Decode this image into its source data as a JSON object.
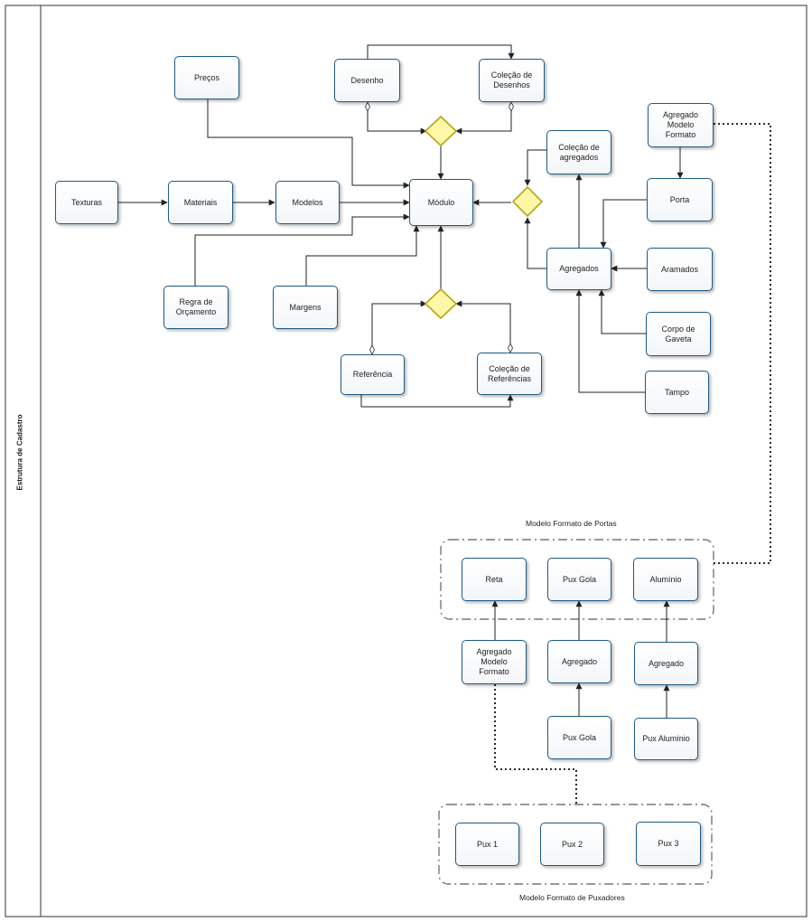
{
  "lane": {
    "title": "Estrutura de Cadastro"
  },
  "groups": {
    "portas": "Modelo Formato de Portas",
    "puxadores": "Modelo Formato de Puxadores"
  },
  "nodes": {
    "precos": "Preços",
    "desenho": "Desenho",
    "colecao_desenhos": "Coleção de\nDesenhos",
    "colecao_agregados": "Coleção de\nagregados",
    "agregado_modelo_formato_top": "Agregado\nModelo\nFormato",
    "texturas": "Texturas",
    "materiais": "Materiais",
    "modelos": "Modelos",
    "modulo": "Módulo",
    "porta": "Porta",
    "agregados": "Agregados",
    "aramados": "Aramados",
    "regra_orcamento": "Regra de\nOrçamento",
    "margens": "Margens",
    "corpo_gaveta": "Corpo de\nGaveta",
    "referencia": "Referência",
    "colecao_referencias": "Coleção de\nReferências",
    "tampo": "Tampo",
    "reta": "Reta",
    "pux_gola_top": "Pux Gola",
    "aluminio": "Alumínio",
    "agregado_modelo_formato_bottom": "Agregado\nModelo\nFormato",
    "agregado_1": "Agregado",
    "agregado_2": "Agregado",
    "pux_gola_bottom": "Pux Gola",
    "pux_aluminio": "Pux Alumínio",
    "pux_1": "Pux 1",
    "pux_2": "Pux 2",
    "pux_3": "Pux 3"
  },
  "colors": {
    "node_border": "#1f5a85",
    "gateway_fill": "#fff7a8",
    "gateway_border": "#b3a614",
    "line": "#222222"
  }
}
